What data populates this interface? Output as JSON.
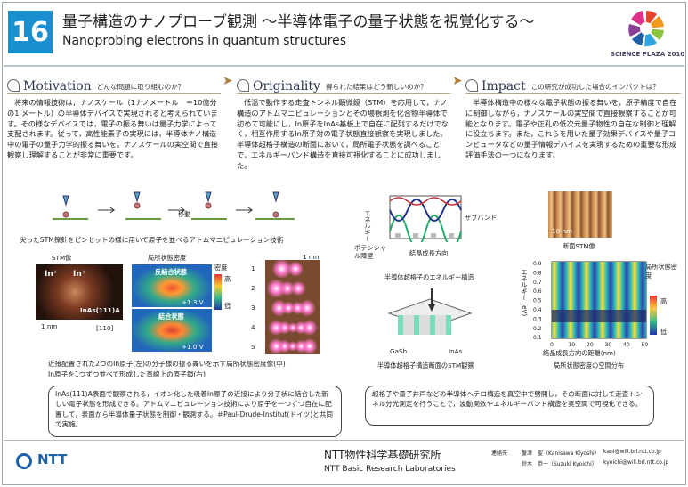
{
  "header": {
    "number": "16",
    "title_ja": "量子構造のナノプローブ観測 ～半導体電子の量子状態を視覚化する～",
    "title_en": "Nanoprobing electrons in quantum structures",
    "science_plaza": "SCIENCE PLAZA 2010"
  },
  "motivation": {
    "title": "Motivation",
    "question": "どんな問題に取り組むのか？",
    "text": "将来の情報技術は，ナノスケール（1ナノメートル　＝10億分の1 メートル）の半導体デバイスで実現されると考えられています。その様なデバイスでは，電子の振る舞いは量子力学によって支配されます。従って，高性能素子の実現には，半導体ナノ構造中の電子の量子力学的振る舞いを，ナノスケールの実空間で直接観察し理解することが非常に重要です。"
  },
  "originality": {
    "title": "Originality",
    "question": "得られた結果はどう新しいのか？",
    "text": "低温で動作する走査トンネル顕微鏡（STM）を応用して，ナノ構造のアトムマニピュレーションとその場観測を化合物半導体で初めて可能にし，In原子をInAs基板上で自在に配列するだけでなく，相互作用するIn原子対の電子状態直接観察を実現しました。半導体超格子構造の断面において，局所電子状態を調べることで，エネルギーバンド構造を直接可視化することに成功しました。"
  },
  "impact": {
    "title": "Impact",
    "question": "この研究が成功した場合のインパクトは？",
    "text": "半導体構造中の様々な電子状態の振る舞いを，原子精度で自在に制御しながら，ナノスケールの実空間で直接観察することが可能となります。電子や正孔の低次元量子物性の自在な制御と理解に役立ちます。また，これらを用いた量子効果デバイスや量子コンピュータなどの量子情報デバイスを実現するための重要な形成評価手法の一つになります。"
  },
  "left_fig": {
    "move": "移動",
    "cap1": "尖ったSTM探針をピンセットの様に用いて原子を並べるアトムマニピュレーション技術",
    "stm": "STM像",
    "ldos": "局所状態密度",
    "in_plus": "In⁺",
    "substrate": "InAs(111)A",
    "one_nm": "1 nm",
    "dir": "[110]",
    "anti": "反結合状態",
    "bond": "結合状態",
    "v1": "+1.3 V",
    "v2": "+1.0 V",
    "density": "密度",
    "high": "高",
    "low": "低",
    "scale": "1 nm",
    "nums": [
      "1",
      "2",
      "3",
      "4",
      "5"
    ],
    "cap2": "近接配置された2つのIn原子(左)の分子様の振る舞いを示す局所状態密度像(中)",
    "cap3": "In原子を1つずつ並べて形成した直線上の原子鎖(右)",
    "note": "InAs(111)A表面で観察される，イオン化した吸着In原子の近接により分子状に結合した新しい電子状態を形成できる。アトムマニピュレーション技術により原子を一つずつ自在に配置して，表面から半導体量子状態を制御・観測する。＃Paul-Drude-Institut(ドイツ)と共同で実施。"
  },
  "right_fig": {
    "energy": "エネルギー",
    "subband": "サブバンド",
    "potential": "ポテンシャル障壁",
    "growth": "結晶成長方向",
    "cap_e": "半導体超格子のエネルギー構造",
    "gasb": "GaSb",
    "inas": "InAs",
    "cap_stm": "半導体超格子構造断面のSTM観察",
    "sect_stm": "断面STM像",
    "scale": "10 nm",
    "ylabel": "エネルギー (eV)",
    "xlabel": "結晶成長方向の距離(nm)",
    "cbar_title": "局所状態密度",
    "cbar_hi": "高",
    "cbar_lo": "低",
    "cap_dist": "局所状態密度の空間分布",
    "note": "超格子や量子井戸などの半導体ヘテロ構造を真空中で劈開し，その断面に対して走査トンネル分光測定を行うことで，波動関数やエネルギーバンド構造を実空間で可視化できる。"
  },
  "chart_data": {
    "type": "heatmap",
    "xlabel": "結晶成長方向の距離(nm)",
    "ylabel": "エネルギー (eV)",
    "x_ticks": [
      "0",
      "10",
      "20",
      "30",
      "40",
      "50"
    ],
    "y_ticks": [
      "0.9",
      "0.8",
      "0.7",
      "0.6",
      "0.5",
      "0.4",
      "0.3",
      "0.2",
      "0.1"
    ],
    "xlim": [
      0,
      50
    ],
    "ylim": [
      0.1,
      0.9
    ]
  },
  "footer": {
    "org_ja": "NTT物性科学基礎研究所",
    "org_en": "NTT Basic Research Laboratories",
    "logo": "NTT",
    "contact_label": "連絡先",
    "contacts": [
      {
        "name": "蟹澤　聖（Kanisawa Kiyoshi）",
        "email": "kani@will.brl.ntt.co.jp"
      },
      {
        "name": "鈴木　恭一（Suzuki Kyoichi）",
        "email": "kyoichi@will.brl.ntt.co.jp"
      }
    ]
  }
}
